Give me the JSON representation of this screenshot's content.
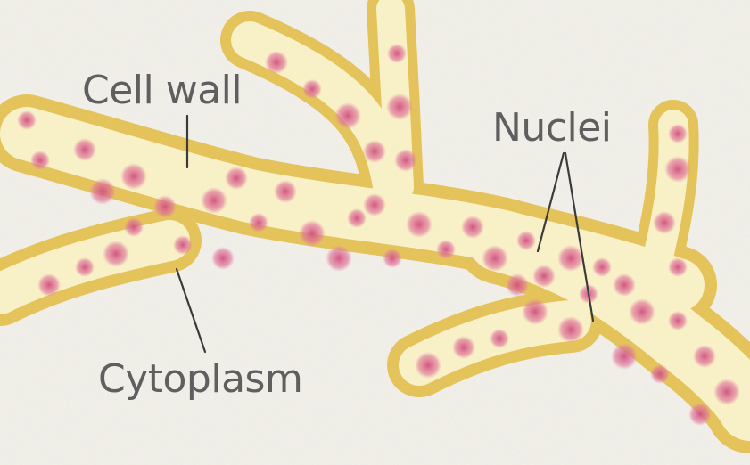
{
  "labels": {
    "cell_wall": "Cell wall",
    "nuclei": "Nuclei",
    "cytoplasm": "Cytoplasm"
  },
  "colors": {
    "background": "#f3f1ea",
    "wall": "#e7c95e",
    "cytoplasm": "#f8f0c4",
    "nucleus": "#d9608a",
    "text": "#5f5f5f",
    "leader": "#3b3b3b"
  }
}
